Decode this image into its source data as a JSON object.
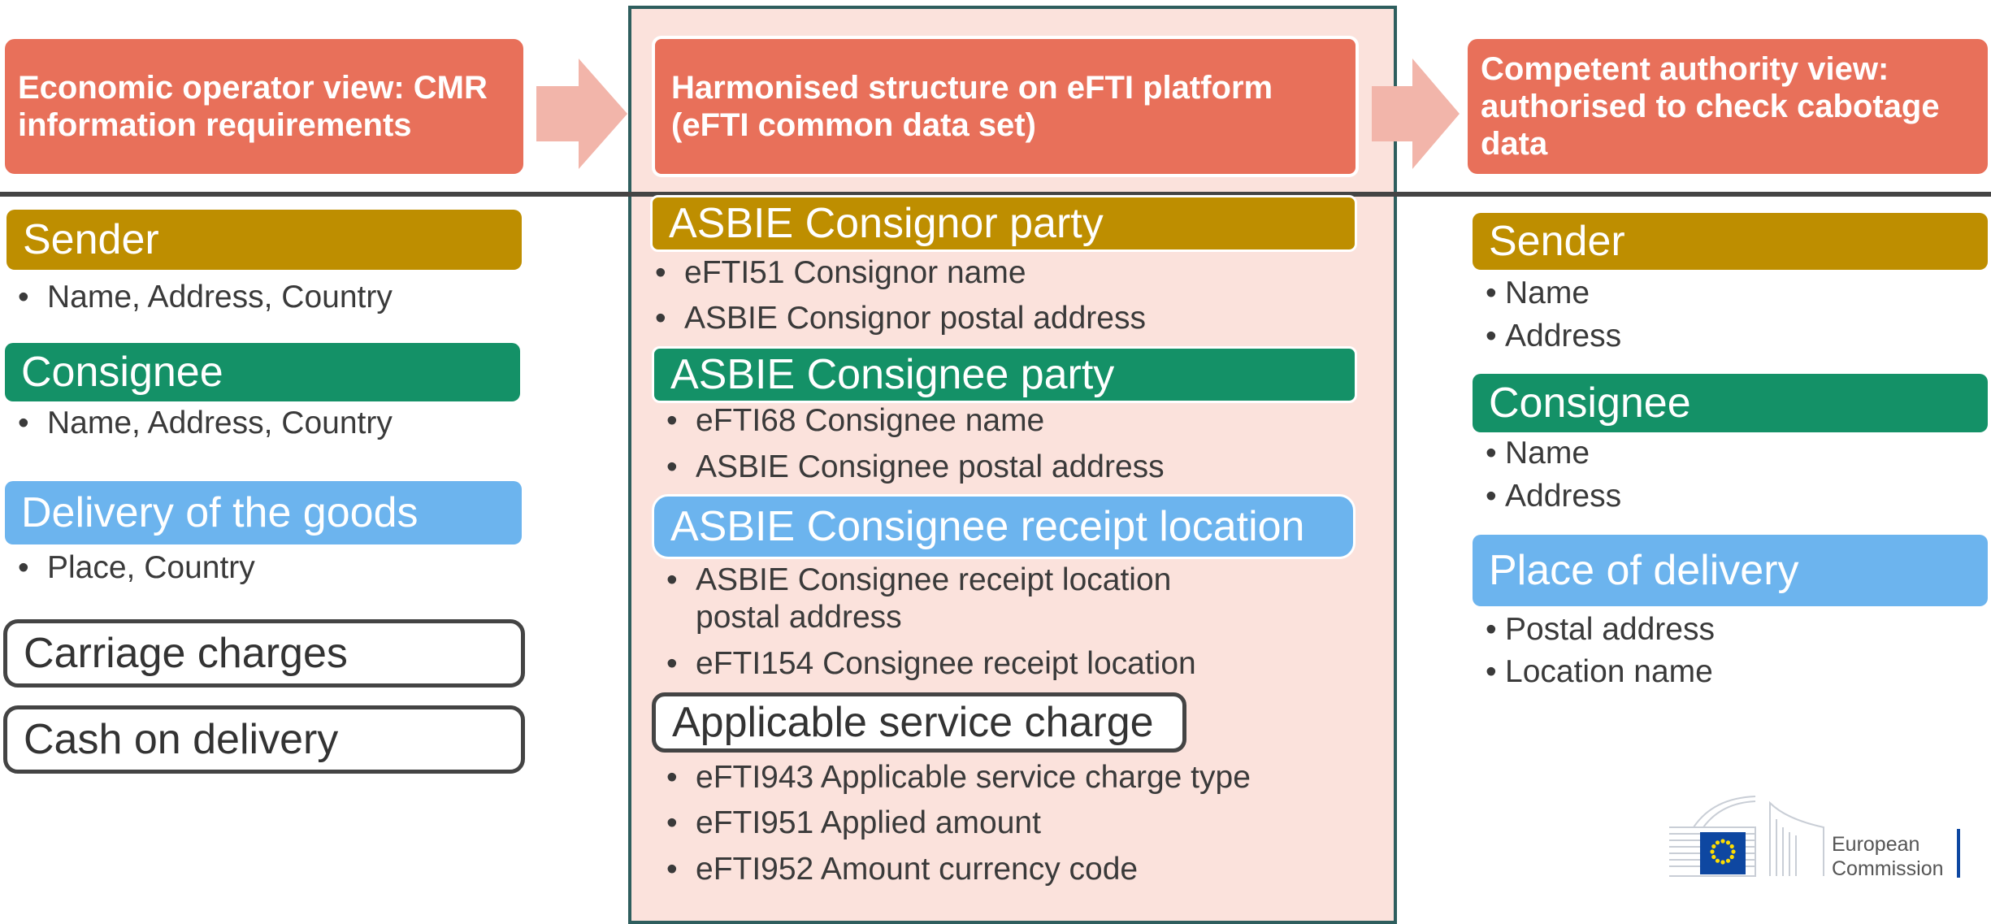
{
  "headers": {
    "left": "Economic operator view: CMR information requirements",
    "middle": "Harmonised structure on eFTI platform (eFTI common data set)",
    "right": "Competent authority view: authorised to check cabotage data"
  },
  "left": {
    "sender": {
      "title": "Sender",
      "items": [
        "Name, Address, Country"
      ]
    },
    "consignee": {
      "title": "Consignee",
      "items": [
        "Name, Address, Country"
      ]
    },
    "delivery": {
      "title": "Delivery of the goods",
      "items": [
        "Place, Country"
      ]
    },
    "carriage": "Carriage charges",
    "cash": "Cash on delivery"
  },
  "middle": {
    "consignor": {
      "title": "ASBIE Consignor party",
      "items": [
        "eFTI51 Consignor name",
        "ASBIE Consignor postal address"
      ]
    },
    "consignee": {
      "title": "ASBIE Consignee party",
      "items": [
        "eFTI68 Consignee name",
        "ASBIE Consignee postal address"
      ]
    },
    "receipt": {
      "title": "ASBIE Consignee receipt location",
      "items": [
        "ASBIE Consignee receipt location postal address",
        "eFTI154 Consignee receipt location"
      ]
    },
    "service": {
      "title": "Applicable service charge",
      "items": [
        "eFTI943 Applicable service charge type",
        "eFTI951 Applied amount",
        "eFTI952 Amount currency code"
      ]
    }
  },
  "right": {
    "sender": {
      "title": "Sender",
      "items": [
        "Name",
        "Address"
      ]
    },
    "consignee": {
      "title": "Consignee",
      "items": [
        "Name",
        "Address"
      ]
    },
    "delivery": {
      "title": "Place of delivery",
      "items": [
        "Postal address",
        "Location name"
      ]
    }
  },
  "logo": {
    "line1": "European",
    "line2": "Commission"
  },
  "colors": {
    "header": "#E8705A",
    "arrow": "#F2B5AA",
    "panel": "#FBE2DC",
    "panel_border": "#2E5E5E",
    "gold": "#BE8E00",
    "green": "#149167",
    "blue": "#6CB4EE",
    "eu_blue": "#0E47A1",
    "eu_star": "#FFDD00"
  }
}
